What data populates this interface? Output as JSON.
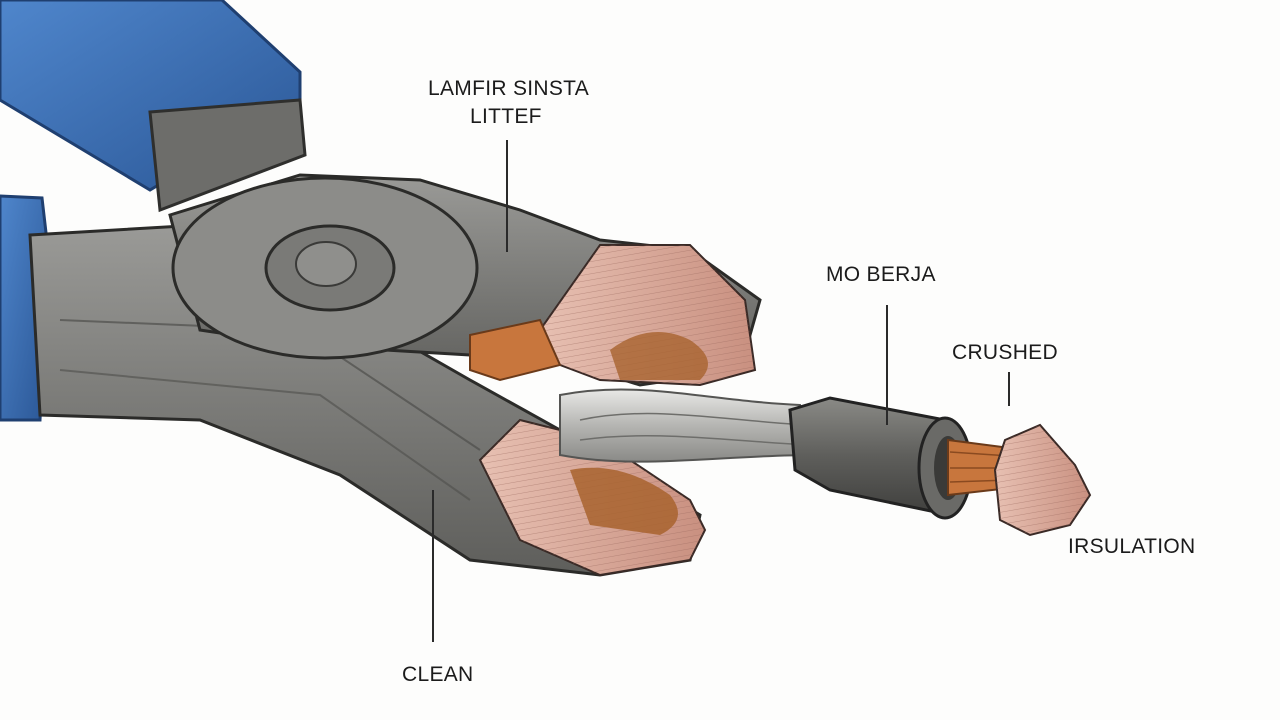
{
  "labels": {
    "top_line1": "LAMFIR SINSTA",
    "top_line2": "LITTEF",
    "sleeve": "MO BERJA",
    "crushed": "CRUSHED",
    "insulation": "IRSULATION",
    "clean": "CLEAN"
  },
  "colors": {
    "handle_blue": "#3a6db3",
    "steel": "#7d7d7b",
    "copper": "#c8763d",
    "jaw_pink": "#d9a99a",
    "sleeve_dark": "#5a5a58"
  }
}
